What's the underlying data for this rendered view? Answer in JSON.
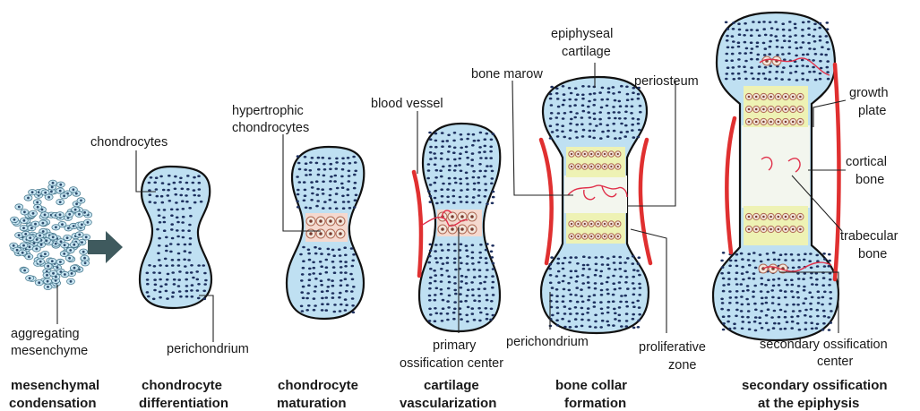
{
  "labels": {
    "chondrocytes": "chondrocytes",
    "aggregating": "aggregating",
    "mesenchyme": "mesenchyme",
    "perichondrium_1": "perichondrium",
    "hypertrophic": "hypertrophic",
    "chondrocytes_2": "chondrocytes",
    "blood_vessel": "blood vessel",
    "primary": "primary",
    "ossification_center": "ossification center",
    "epiphyseal": "epiphyseal",
    "cartilage": "cartilage",
    "bone_marow": "bone marow",
    "periosteum": "periosteum",
    "perichondrium_2": "perichondrium",
    "proliferative": "proliferative",
    "zone": "zone",
    "growth": "growth",
    "plate": "plate",
    "cortical": "cortical",
    "bone_cortical": "bone",
    "trabecular": "trabecular",
    "bone_trabecular": "bone",
    "secondary_ossification": "secondary ossification",
    "center": "center"
  },
  "stages": [
    {
      "line1": "mesenchymal",
      "line2": "condensation"
    },
    {
      "line1": "chondrocyte",
      "line2": "differentiation"
    },
    {
      "line1": "chondrocyte",
      "line2": "maturation"
    },
    {
      "line1": "cartilage",
      "line2": "vascularization"
    },
    {
      "line1": "bone collar",
      "line2": "formation"
    },
    {
      "line1": "secondary ossification",
      "line2": "at the epiphysis"
    }
  ],
  "colors": {
    "cartilage_fill": "#bfe0f2",
    "periosteum": "#e03030",
    "hypertrophic_band": "#f5d9cf",
    "proliferative_band": "#eef2b4",
    "arrow": "#3f5a5e"
  },
  "icons": [
    "right-arrow-icon"
  ]
}
